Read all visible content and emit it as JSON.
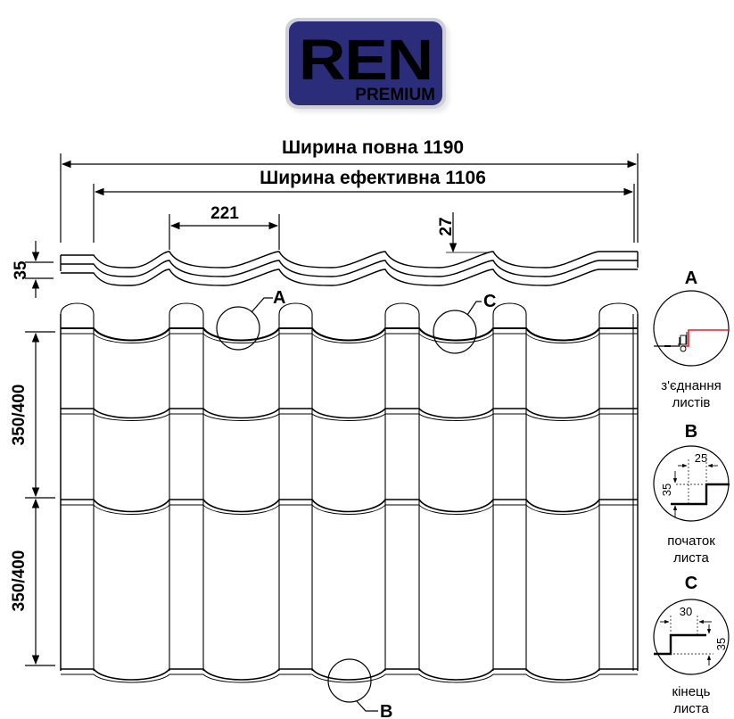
{
  "logo": {
    "brand": "REN",
    "sub": "PREMIUM",
    "color": "#2b2d7a"
  },
  "dimensions": {
    "full_width": "Ширина повна 1190",
    "effective_width": "Ширина ефективна 1106",
    "pitch": "221",
    "profile_height": "35",
    "step_depth": "27",
    "module_top": "350/400",
    "module_bottom": "350/400"
  },
  "markers": {
    "a": "A",
    "b": "B",
    "c": "C"
  },
  "details": [
    {
      "letter": "A",
      "caption_line1": "з'єднання",
      "caption_line2": "листів",
      "dims": []
    },
    {
      "letter": "B",
      "caption_line1": "початок",
      "caption_line2": "листа",
      "dims": [
        "25",
        "35"
      ]
    },
    {
      "letter": "C",
      "caption_line1": "кінець",
      "caption_line2": "листа",
      "dims": [
        "30",
        "35"
      ]
    }
  ],
  "accent_color": "#e0202a"
}
